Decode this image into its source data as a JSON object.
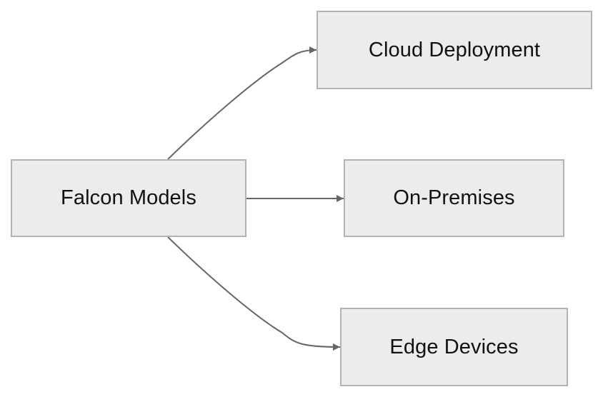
{
  "diagram": {
    "colors": {
      "node_fill": "#ececec",
      "node_border": "#b3b3b3",
      "edge": "#666666",
      "text": "#111111"
    },
    "nodes": {
      "source": {
        "label": "Falcon Models"
      },
      "cloud": {
        "label": "Cloud Deployment"
      },
      "onprem": {
        "label": "On-Premises"
      },
      "edge": {
        "label": "Edge Devices"
      }
    },
    "edges": [
      {
        "from": "source",
        "to": "cloud"
      },
      {
        "from": "source",
        "to": "onprem"
      },
      {
        "from": "source",
        "to": "edge"
      }
    ]
  }
}
